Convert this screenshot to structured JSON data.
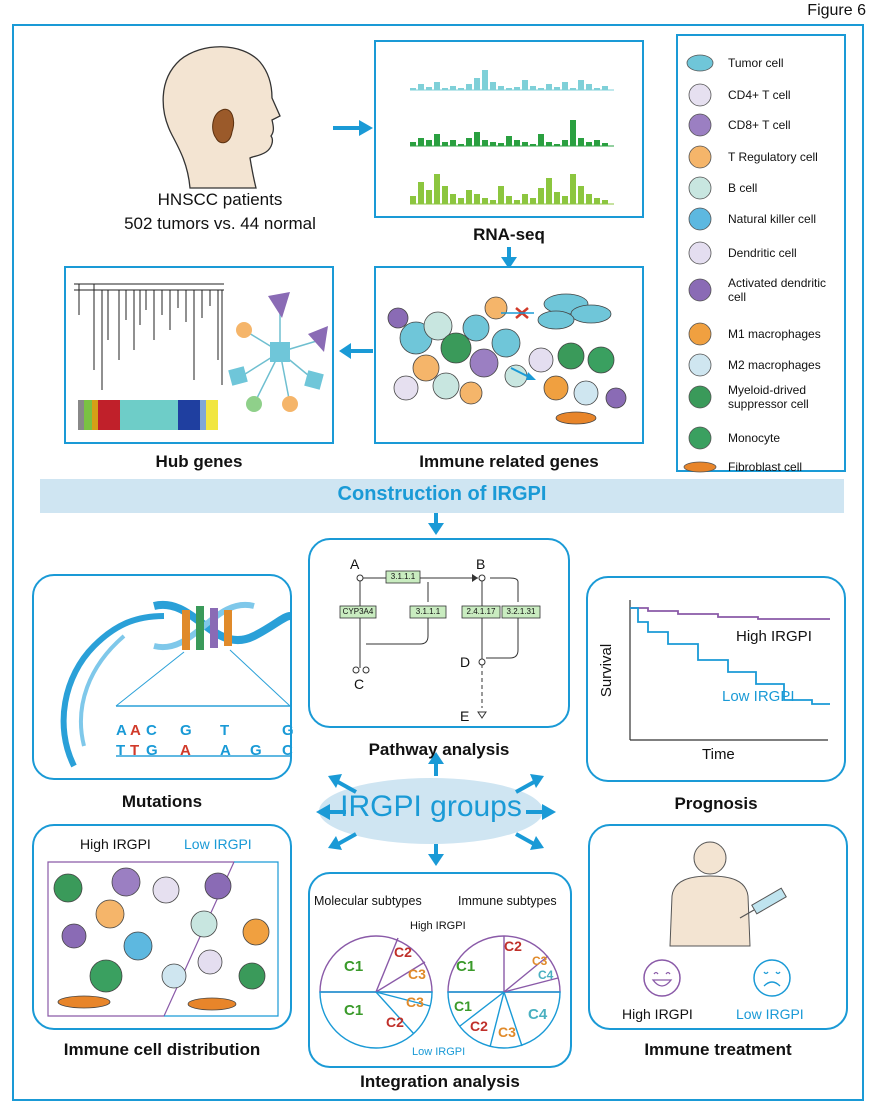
{
  "figure_label": "Figure 6",
  "patients": {
    "line1": "HNSCC patients",
    "line2": "502 tumors vs. 44 normal"
  },
  "rnaseq": {
    "caption": "RNA-seq"
  },
  "hub": {
    "caption": "Hub genes"
  },
  "immune_genes": {
    "caption": "Immune related genes"
  },
  "legend": {
    "items": [
      {
        "label": "Tumor cell",
        "icon": "tumor-cell-icon",
        "color": "#6fc6d9"
      },
      {
        "label": "CD4+ T cell",
        "icon": "cd4-t-cell-icon",
        "color": "#e6e0f0"
      },
      {
        "label": "CD8+ T cell",
        "icon": "cd8-t-cell-icon",
        "color": "#9b7fc2"
      },
      {
        "label": "T Regulatory cell",
        "icon": "treg-cell-icon",
        "color": "#f5b56a"
      },
      {
        "label": "B cell",
        "icon": "b-cell-icon",
        "color": "#c8e6e0"
      },
      {
        "label": "Natural killer cell",
        "icon": "nk-cell-icon",
        "color": "#5db8e0"
      },
      {
        "label": "Dendritic cell",
        "icon": "dendritic-cell-icon",
        "color": "#e4def0"
      },
      {
        "label": "Activated dendritic cell",
        "icon": "activated-dendritic-cell-icon",
        "color": "#8a6bb5"
      },
      {
        "label": "M1 macrophages",
        "icon": "m1-macrophage-icon",
        "color": "#f0a040"
      },
      {
        "label": "M2 macrophages",
        "icon": "m2-macrophage-icon",
        "color": "#cfe6f0"
      },
      {
        "label": "Myeloid-drived suppressor cell",
        "icon": "mdsc-icon",
        "color": "#3a9a5a"
      },
      {
        "label": "Monocyte",
        "icon": "monocyte-icon",
        "color": "#3aa060"
      },
      {
        "label": "Fibroblast cell",
        "icon": "fibroblast-icon",
        "color": "#e8852a"
      }
    ]
  },
  "banner": {
    "title": "Construction of IRGPI"
  },
  "pathway": {
    "caption": "Pathway analysis",
    "nodes": {
      "a": "A",
      "b": "B",
      "c": "C",
      "d": "D",
      "e": "E"
    },
    "enzymes": {
      "e1": "3.1.1.1",
      "e2": "CYP3A4",
      "e3": "3.1.1.1",
      "e4": "2.4.1.17",
      "e5": "3.2.1.31"
    }
  },
  "mutations": {
    "caption": "Mutations",
    "top": [
      "A",
      "A",
      "C",
      "G",
      "T",
      "G"
    ],
    "bottom": [
      "T",
      "T",
      "G",
      "A",
      "A",
      "G",
      "C"
    ]
  },
  "prognosis": {
    "caption": "Prognosis",
    "high_label": "High IRGPI",
    "low_label": "Low IRGPI",
    "ylabel": "Survival",
    "xlabel": "Time"
  },
  "center": {
    "label": "IRGPI groups"
  },
  "distribution": {
    "caption": "Immune cell distribution",
    "high_label": "High IRGPI",
    "low_label": "Low IRGPI"
  },
  "integration": {
    "caption": "Integration analysis",
    "molecular_label": "Molecular subtypes",
    "immune_label": "Immune subtypes",
    "high_label": "High IRGPI",
    "low_label": "Low IRGPI",
    "c1": "C1",
    "c2": "C2",
    "c3": "C3",
    "c4": "C4"
  },
  "treatment": {
    "caption": "Immune treatment",
    "high_label": "High IRGPI",
    "low_label": "Low IRGPI"
  },
  "colors": {
    "accent": "#1a9ad6",
    "banner": "#cfe5f2",
    "purple": "#8a5aa8",
    "red": "#d13a2a"
  }
}
